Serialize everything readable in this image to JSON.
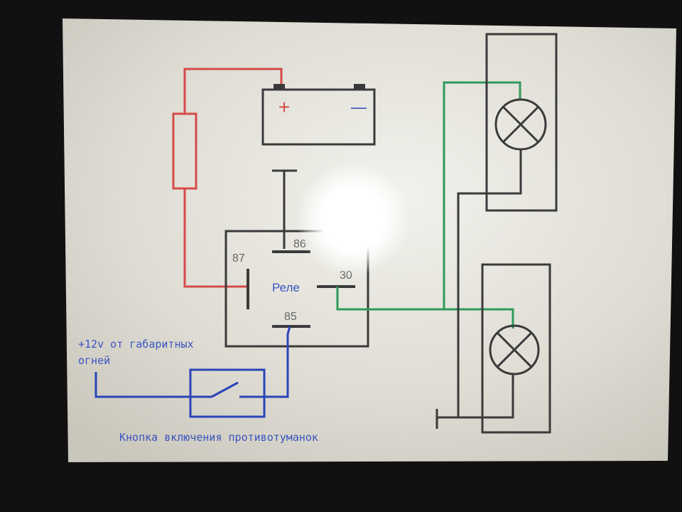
{
  "diagram": {
    "battery": {
      "plus": "+",
      "minus": "—"
    },
    "relay": {
      "name": "Реле",
      "pins": {
        "p87": "87",
        "p86": "86",
        "p30": "30",
        "p85": "85"
      }
    },
    "source_label": {
      "line1": "+12v от габаритных",
      "line2": "огней"
    },
    "switch_label": "Кнопка включения противотуманок"
  },
  "colors": {
    "background": "#111111",
    "paper": "#d9d7ce",
    "wire_red": "#d64a4a",
    "wire_green": "#2f9a5a",
    "wire_blue": "#2a44b8",
    "wire_dark": "#3a3a3a",
    "text_blue": "#3a55c0",
    "text_gray": "#666666"
  }
}
